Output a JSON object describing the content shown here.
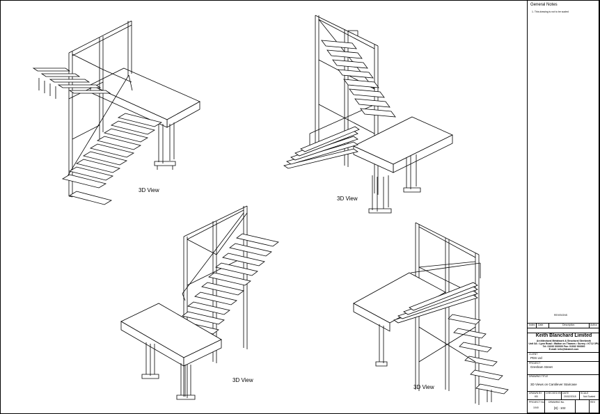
{
  "views": [
    {
      "label": "3D View"
    },
    {
      "label": "3D View"
    },
    {
      "label": "3D View"
    },
    {
      "label": "3D View"
    }
  ],
  "title_block": {
    "general_notes_heading": "General Notes",
    "note_1": "1. This drawing is not to be scaled",
    "revisions_heading": "REVISIONS",
    "revision_columns": [
      "Index",
      "Date",
      "Description",
      "Author"
    ],
    "company_name": "Keith Blanchard Limited",
    "company_lines": [
      "Architectural Metalwork & Structural Steelwork",
      "Unit 3A • Lyon Road • Walton on Thames • Surrey • KT12 3PU",
      "Tel: 01932 000000    Fax: 01932 000000",
      "E-mail: info@kbsteel.com"
    ],
    "client_label": "CLIENT",
    "client_value": "PDS Ltd",
    "project_label": "PROJECT",
    "project_value": "Gresham Street",
    "drawing_title_label": "DRAWING TITLE",
    "drawing_title_value": "3D Views on Cantilever Staircase",
    "drawn_by_label": "DRAWN BY",
    "drawn_by_value": "KB",
    "checked_by_label": "CHECKED BY",
    "checked_by_value": "",
    "date_label": "DATE",
    "date_value": "20/02/2018",
    "scale_label": "SCALE",
    "scale_value": "Not Scaled",
    "project_no_label": "PROJECT No.",
    "project_no_value": "1040",
    "drawing_no_label": "DRAWING No.",
    "drawing_no_value": "[8] - 102",
    "rev_label": "REV"
  }
}
